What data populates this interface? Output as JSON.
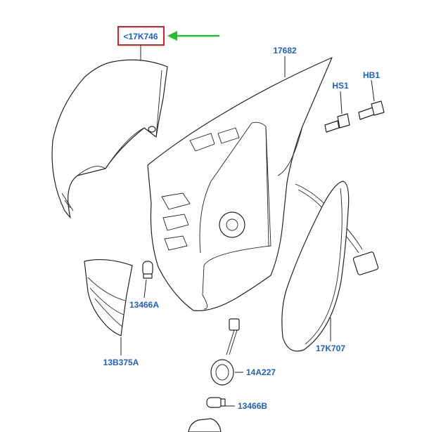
{
  "colors": {
    "callout_text": "#1a5fd6",
    "highlight_box": "#e02020",
    "arrow": "#22c02a",
    "line": "#222222"
  },
  "callouts": {
    "cover": "<17K746",
    "housing": "17682",
    "screw_hs1": "HS1",
    "screw_hb1": "HB1",
    "bulb_small": "13466A",
    "lamp_lens": "13B375A",
    "mirror_glass": "17K707",
    "socket": "14A227",
    "bulb_bottom": "13466B"
  }
}
